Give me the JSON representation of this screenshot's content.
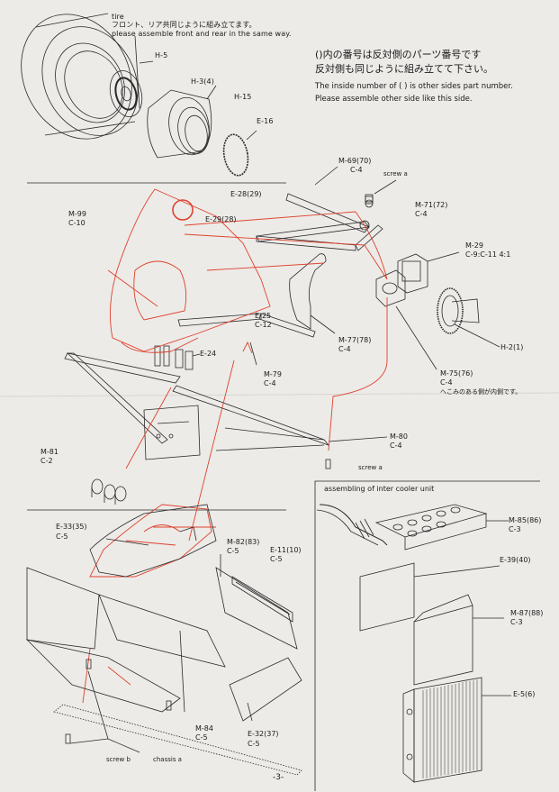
{
  "notes": {
    "jp_line1": "()内の番号は反対側のパーツ番号です",
    "jp_line2": "反対側も同じように組み立てて下さい。",
    "en_line1": "The inside number of ( ) is other sides part number.",
    "en_line2": "Please assemble other side like this side."
  },
  "tire": {
    "label": "tire",
    "jp": "フロント、リア共同じように組み立てます。",
    "en": "please assemble front and rear in the same way."
  },
  "parts": {
    "h5": "H-5",
    "h3": "H-3(4)",
    "h15": "H-15",
    "e16": "E-16",
    "m69_a": "M-69(70)",
    "m69_b": "C-4",
    "screw_a_top": "screw a",
    "e28": "E-28(29)",
    "m71_a": "M-71(72)",
    "m71_b": "C-4",
    "m99_a": "M-99",
    "m99_b": "C-10",
    "e29": "E-29(28)",
    "m29_a": "M-29",
    "m29_b": "C-9:C-11 4:1",
    "e25_a": "E-25",
    "e25_b": "C-12",
    "m77_a": "M-77(78)",
    "m77_b": "C-4",
    "e24": "E-24",
    "h2": "H-2(1)",
    "m79_a": "M-79",
    "m79_b": "C-4",
    "m75_a": "M-75(76)",
    "m75_b": "C-4",
    "m75_note": "へこみのある側が内側です。",
    "m80_a": "M-80",
    "m80_b": "C-4",
    "m81_a": "M-81",
    "m81_b": "C-2",
    "screw_a_bottom": "screw a",
    "e33_a": "E-33(35)",
    "e33_b": "C-5",
    "m82_a": "M-82(83)",
    "m82_b": "C-5",
    "e11_a": "E-11(10)",
    "e11_b": "C-5",
    "m84_a": "M-84",
    "m84_b": "C-5",
    "e32_a": "E-32(37)",
    "e32_b": "C-5",
    "screw_b": "screw b",
    "chassis_a": "chassis a"
  },
  "intercooler": {
    "title": "assembling of inter cooler unit",
    "m85_a": "M-85(86)",
    "m85_b": "C-3",
    "e39": "E-39(40)",
    "m87_a": "M-87(88)",
    "m87_b": "C-3",
    "e5": "E-5(6)"
  },
  "page_number": "-3-",
  "colors": {
    "paper": "#ecebe8",
    "ink": "#1a1a1a",
    "red_line": "#e0412c"
  }
}
